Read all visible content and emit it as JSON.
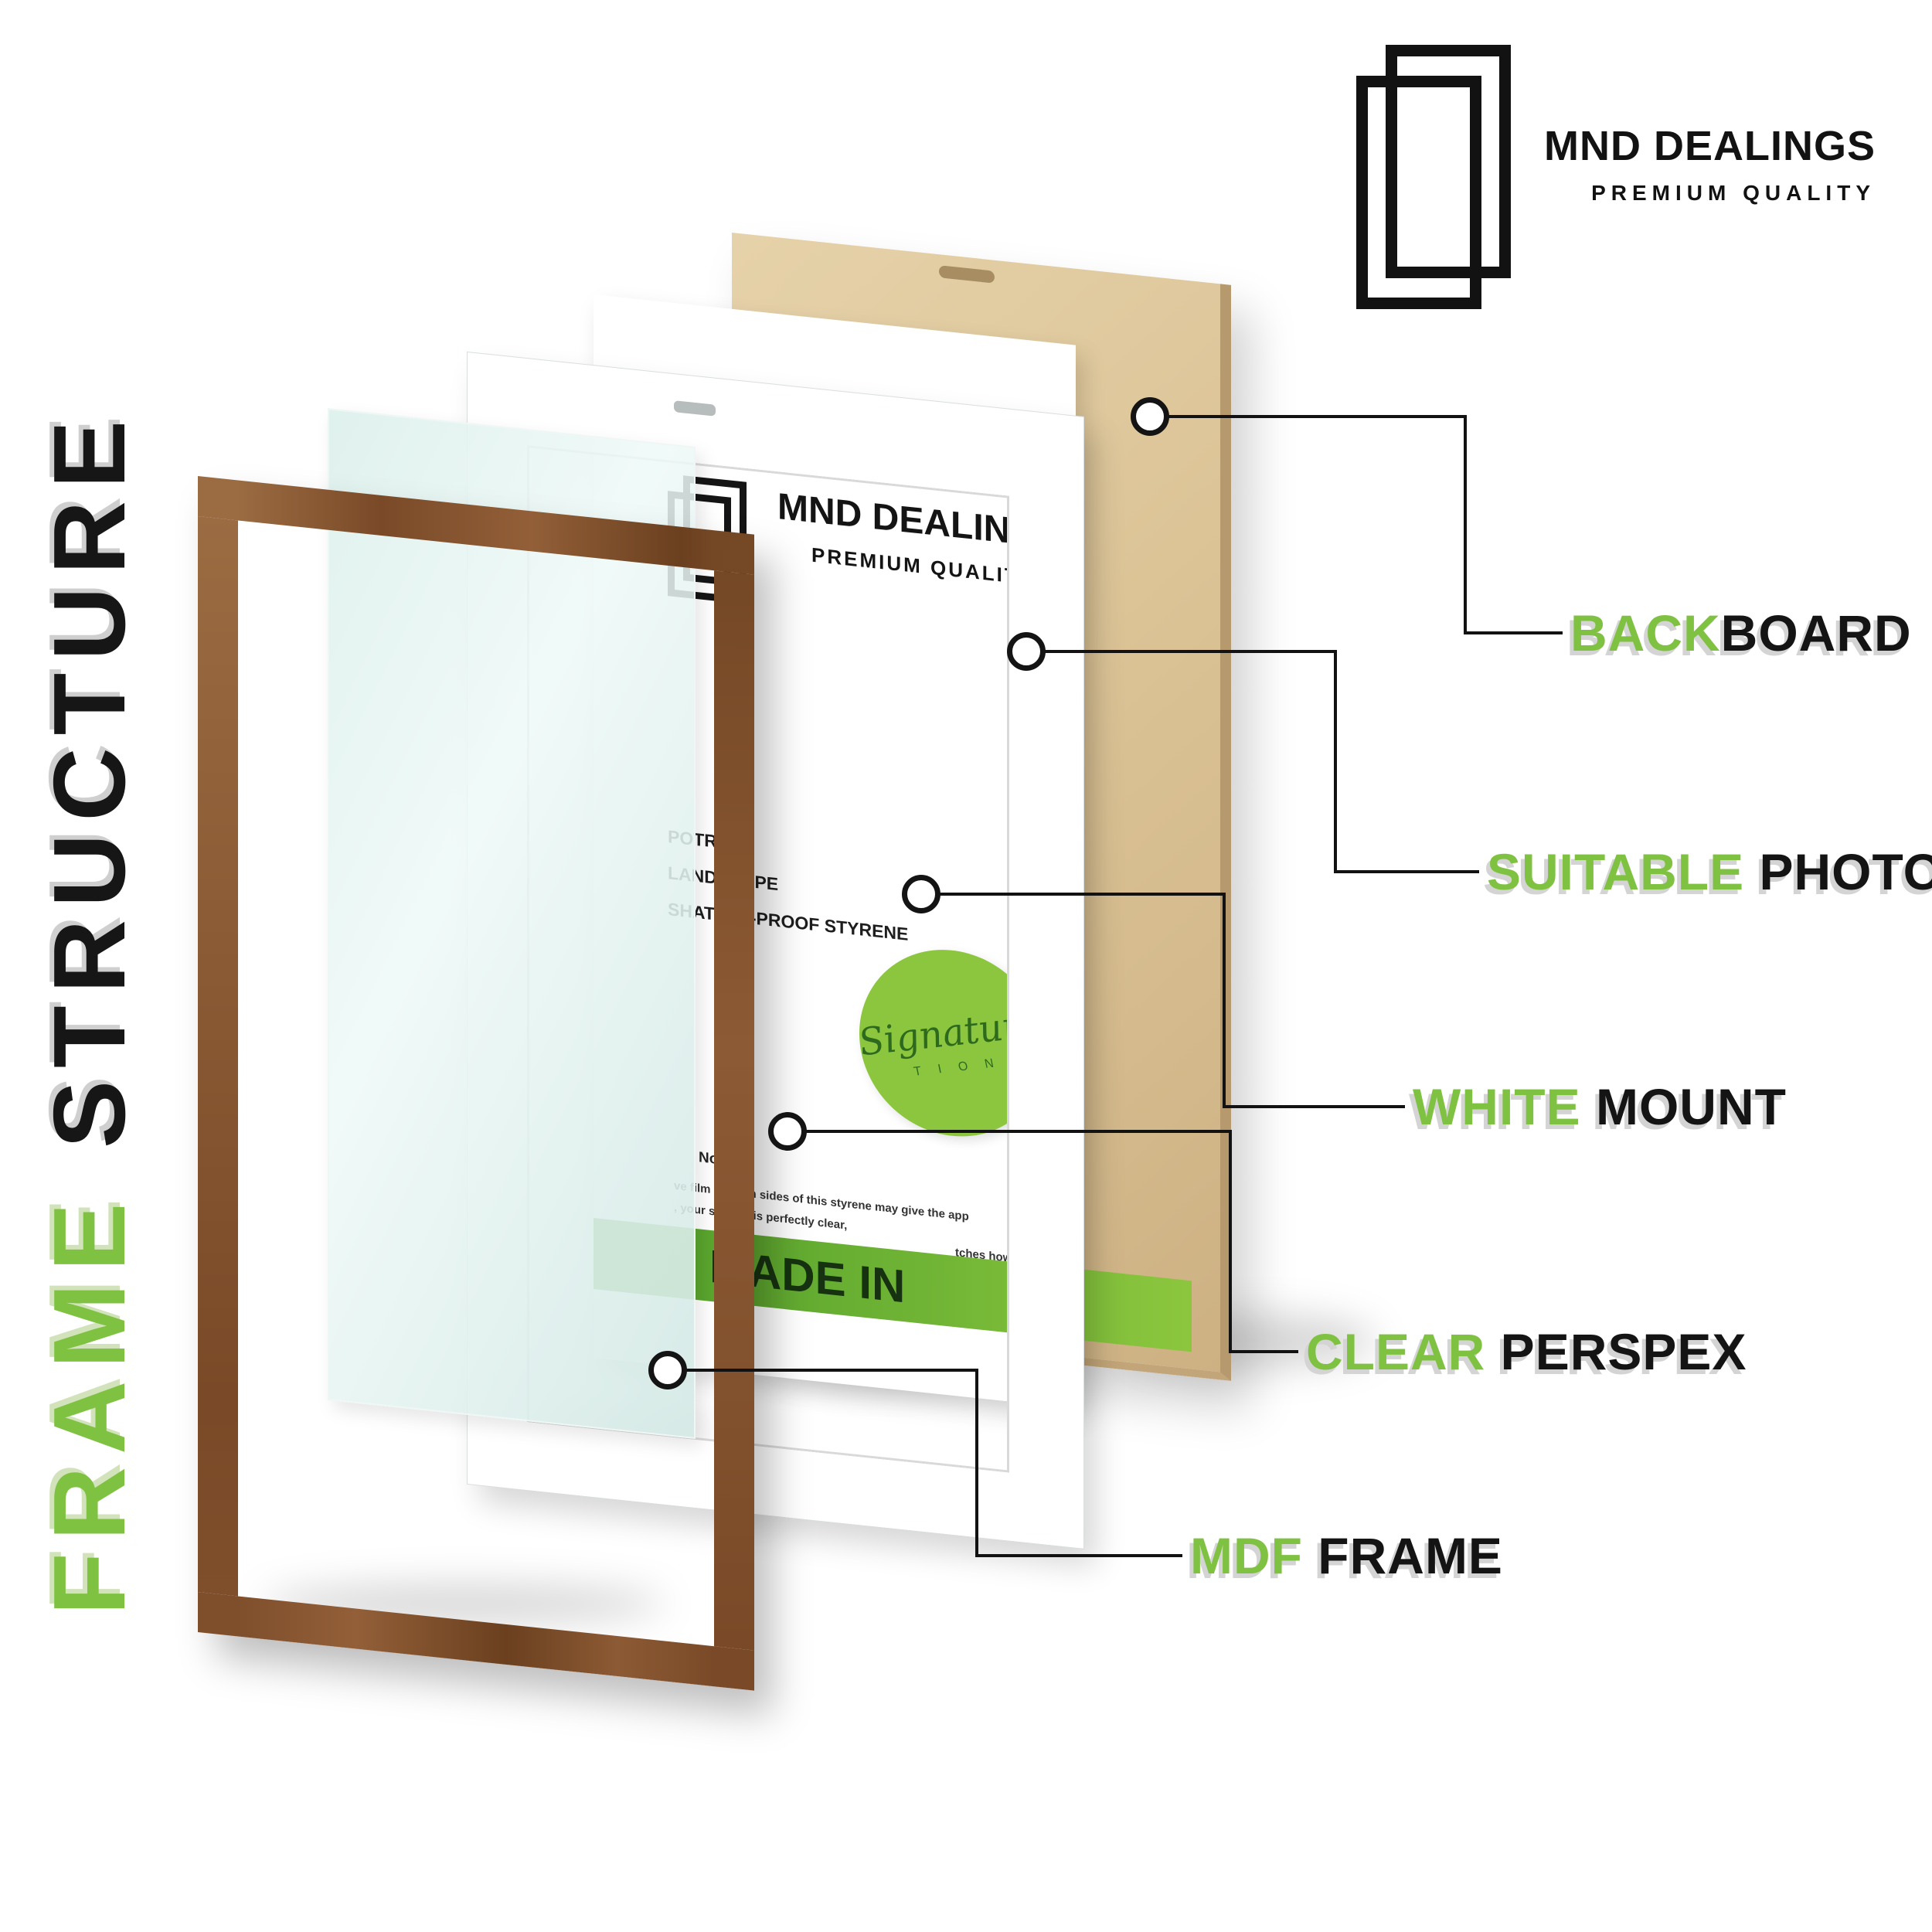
{
  "title": {
    "green_word": "FRAME",
    "black_word": "STRUCTURE"
  },
  "brand": {
    "name": "MND DEALINGS",
    "tagline": "PREMIUM QUALITY"
  },
  "insert": {
    "brand_name": "MND DEALINGS",
    "brand_tagline": "PREMIUM QUALITY",
    "features": [
      "POTRAIT",
      "LANDSCAPE",
      "SHATTER-PROOF STYRENE"
    ],
    "note_title": "Note:",
    "note_line1": "ve film on both sides of this styrene may give the app",
    "note_line2": ", your styrene is perfectly clear,",
    "note_fragment": "tches however once",
    "badge_text": "Signature",
    "badge_subtext": "T I O N",
    "banner_text": "MADE IN"
  },
  "callouts": [
    {
      "id": "backboard",
      "green": "BACK",
      "black": "BOARD"
    },
    {
      "id": "suitable-photo",
      "green": "SUITABLE ",
      "black": "PHOTO"
    },
    {
      "id": "white-mount",
      "green": "WHITE ",
      "black": "MOUNT"
    },
    {
      "id": "clear-perspex",
      "green": "CLEAR ",
      "black": "PERSPEX"
    },
    {
      "id": "mdf-frame",
      "green": "MDF ",
      "black": "FRAME"
    }
  ],
  "colors": {
    "accent_green": "#7fc241",
    "wood": "#8a5a36",
    "backboard_tan": "#d9c29a",
    "perspex_tint": "#e2f0ec",
    "text_black": "#141414"
  }
}
